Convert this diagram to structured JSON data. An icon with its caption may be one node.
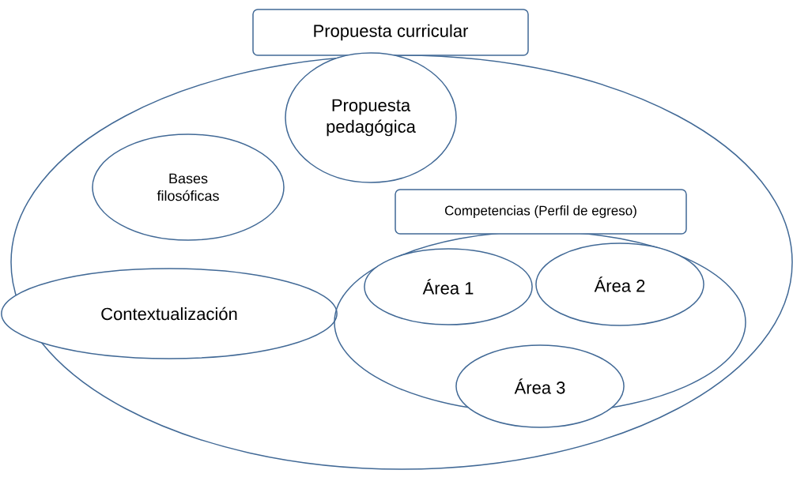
{
  "diagram": {
    "nodes": [
      {
        "text": [
          "Propuesta curricular"
        ]
      },
      {
        "text": [
          "Propuesta pedagógica"
        ],
        "in": 0
      },
      {
        "text": [
          "Bases filosóficas"
        ],
        "in": 0
      },
      {
        "text": [
          "Contextualización"
        ],
        "in": 0
      },
      {
        "text": [
          "Competencias (Perfil de egreso)"
        ],
        "in": 0
      },
      {
        "text": [
          "Área 1"
        ],
        "in": 4
      },
      {
        "text": [
          "Área 2"
        ],
        "in": 4
      },
      {
        "text": [
          "Área 3"
        ],
        "in": 4
      }
    ]
  }
}
